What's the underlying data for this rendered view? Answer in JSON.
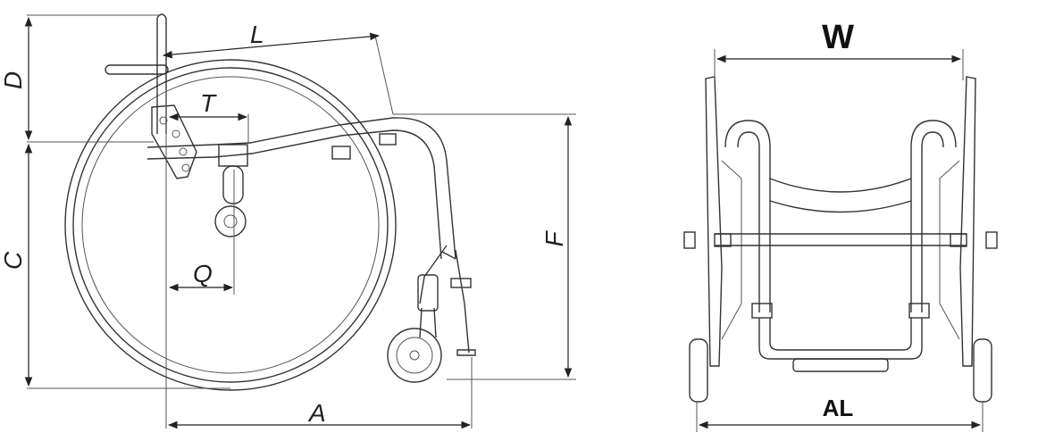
{
  "diagram": {
    "side_view_labels": {
      "L": "L",
      "T": "T",
      "D": "D",
      "C": "C",
      "Q": "Q",
      "F": "F",
      "A": "A"
    },
    "front_view_labels": {
      "W": "W",
      "AL": "AL"
    },
    "colors": {
      "line": "#333333",
      "dimension": "#222222",
      "background": "#ffffff"
    },
    "icons": {
      "side_view": "wheelchair-side-view-icon",
      "front_view": "wheelchair-front-view-icon"
    }
  }
}
